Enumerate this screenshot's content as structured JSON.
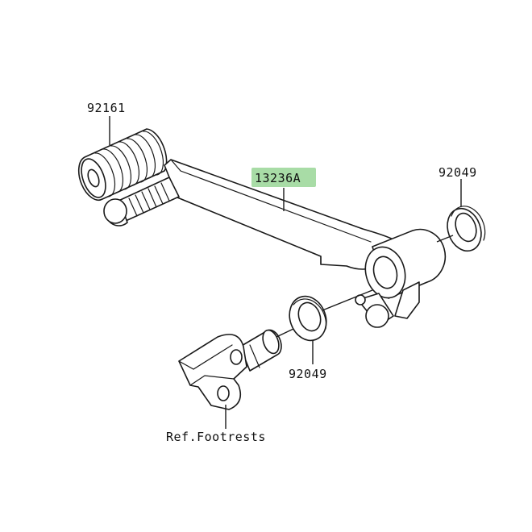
{
  "diagram": {
    "labels": {
      "grip_rubber": "92161",
      "shift_lever": "13236A",
      "oil_seal_right": "92049",
      "oil_seal_left": "92049",
      "footrests_ref": "Ref.Footrests"
    },
    "colors": {
      "highlight": "#a8dca6",
      "line": "#1a1a1a",
      "background": "#ffffff"
    }
  }
}
